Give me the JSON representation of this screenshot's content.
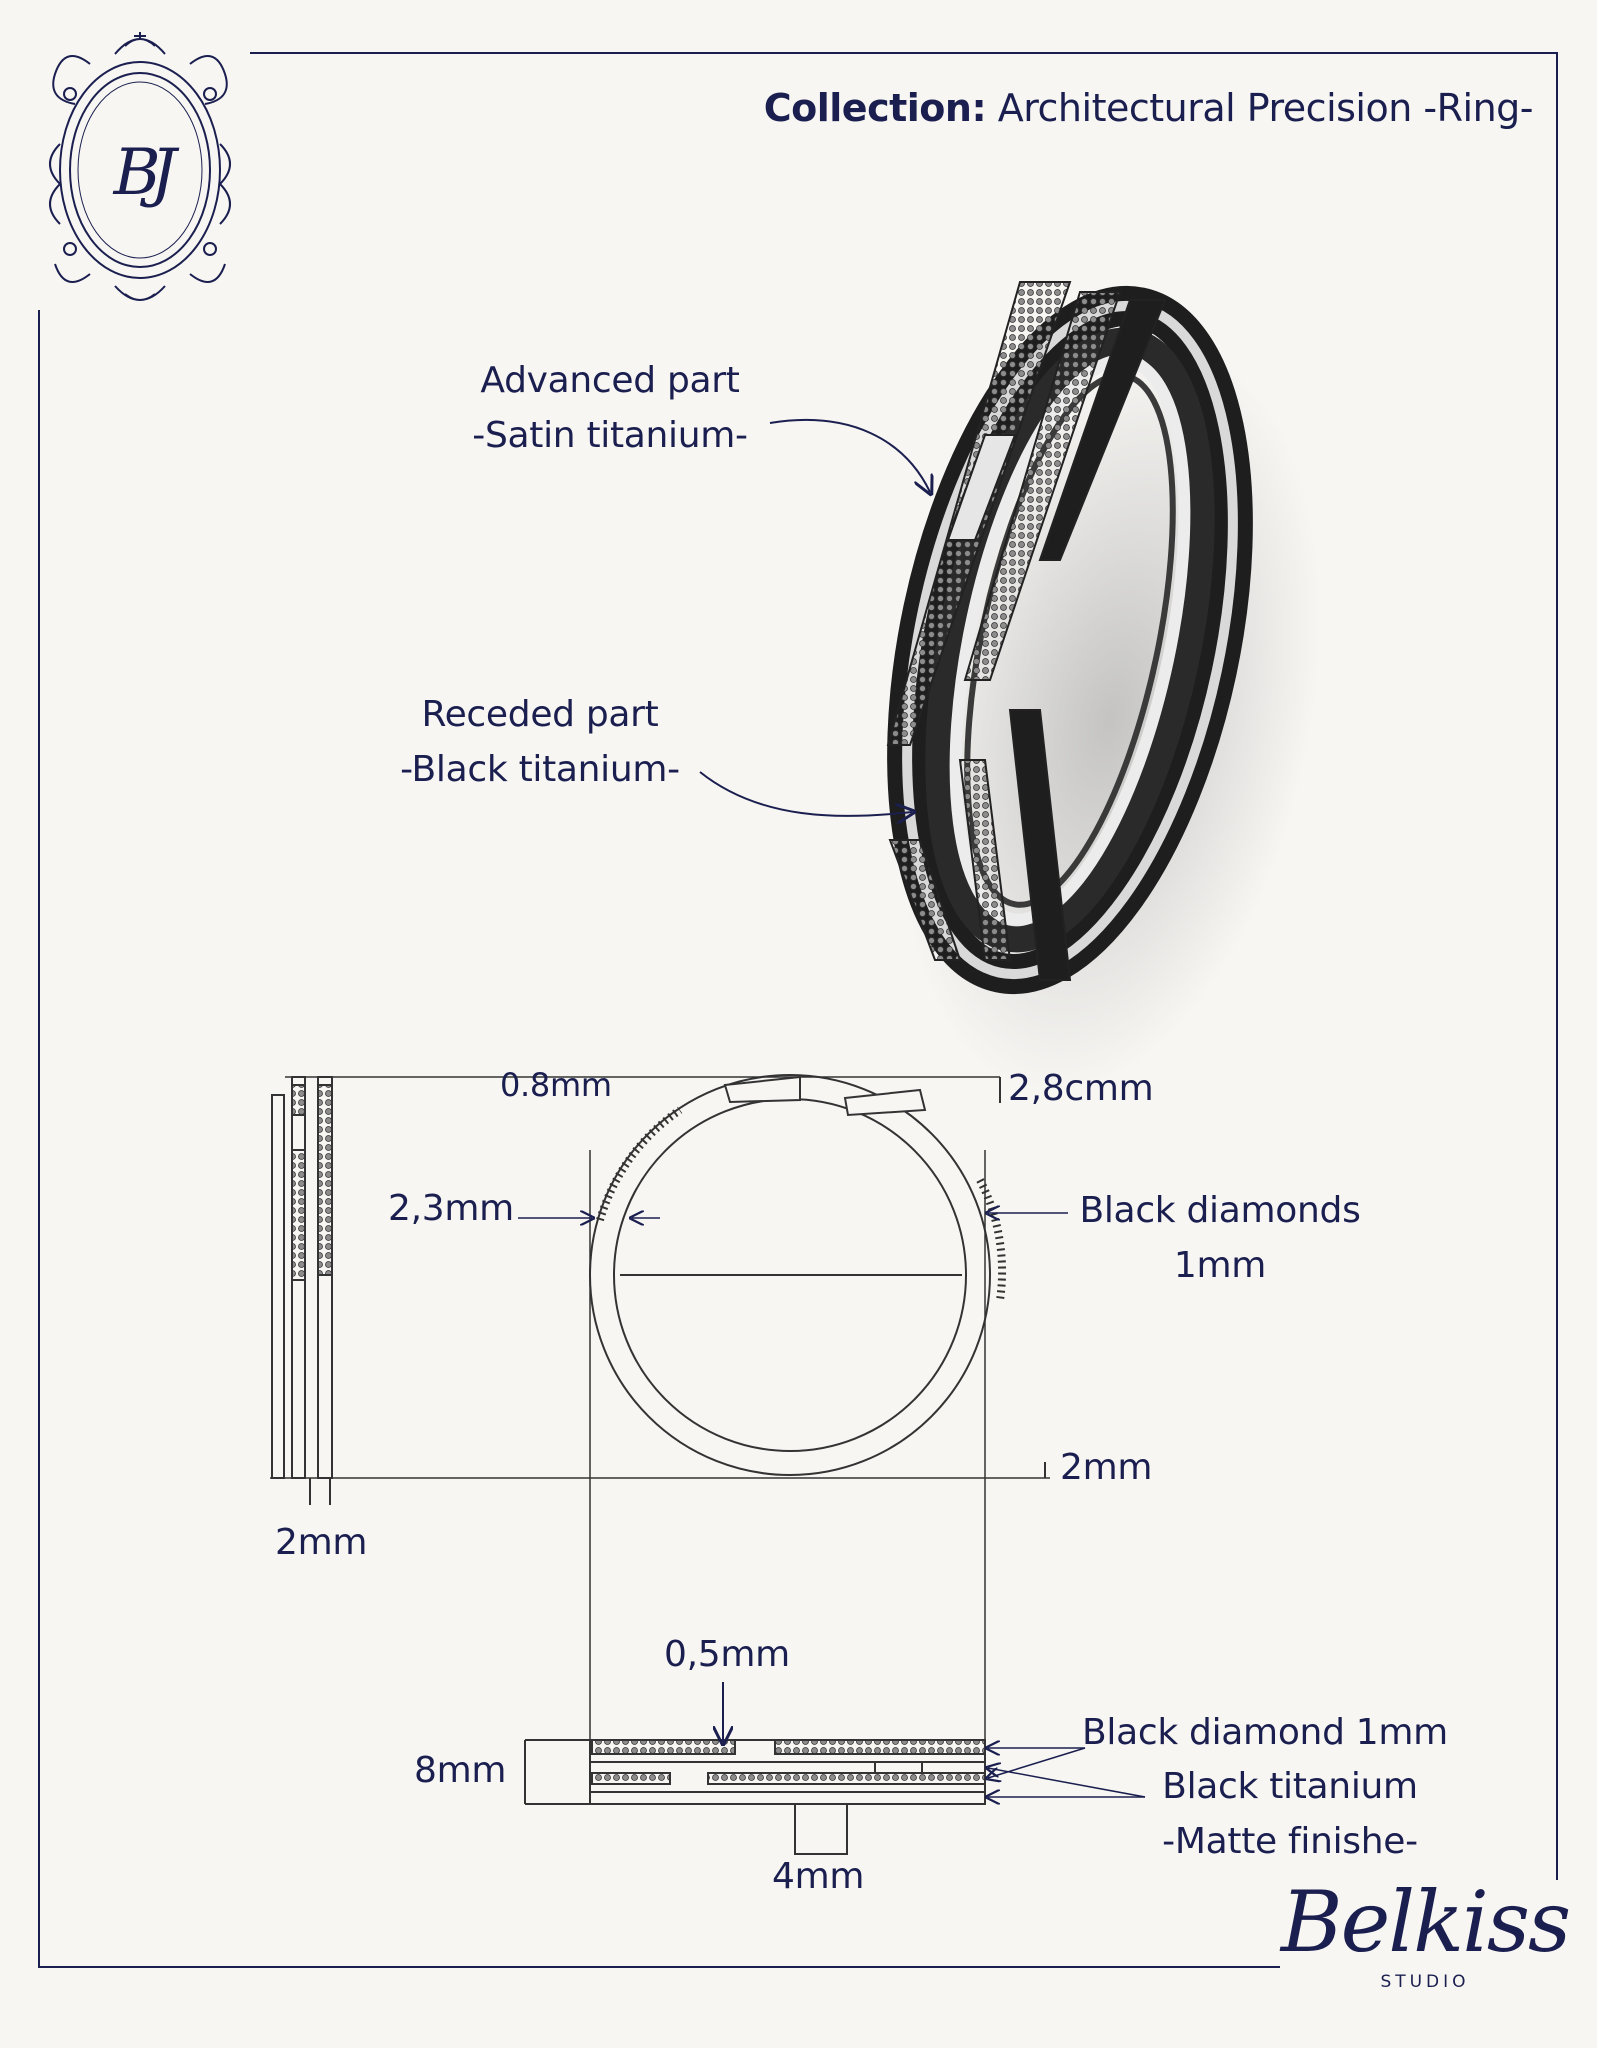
{
  "logo": {
    "monogram": "BJ",
    "icon": "ornate-oval-frame"
  },
  "header": {
    "collection_label": "Collection:",
    "collection_name": "Architectural Precision -Ring-"
  },
  "callouts": {
    "advanced_title": "Advanced part",
    "advanced_material": "-Satin titanium-",
    "receded_title": "Receded part",
    "receded_material": "-Black titanium-"
  },
  "dimensions": {
    "top_offset": "0.8mm",
    "outer_height": "2,8cmm",
    "band_thickness": "2,3mm",
    "bottom_gap": "2mm",
    "side_width": "2mm",
    "diamond_groove": "0,5mm",
    "total_width": "8mm",
    "base_width": "4mm"
  },
  "notes": {
    "black_diamonds": "Black diamonds",
    "black_diamonds_size": "1mm",
    "black_diamond_1mm": "Black diamond 1mm",
    "black_titanium": "Black titanium",
    "matte_finish": "-Matte finishe-"
  },
  "brand": {
    "name": "Belkiss",
    "sub": "STUDIO"
  },
  "colors": {
    "ink": "#1b1f4f",
    "paper": "#f7f6f3",
    "titanium_dark": "#2a2a2a",
    "satin": "#e6e6e6"
  }
}
